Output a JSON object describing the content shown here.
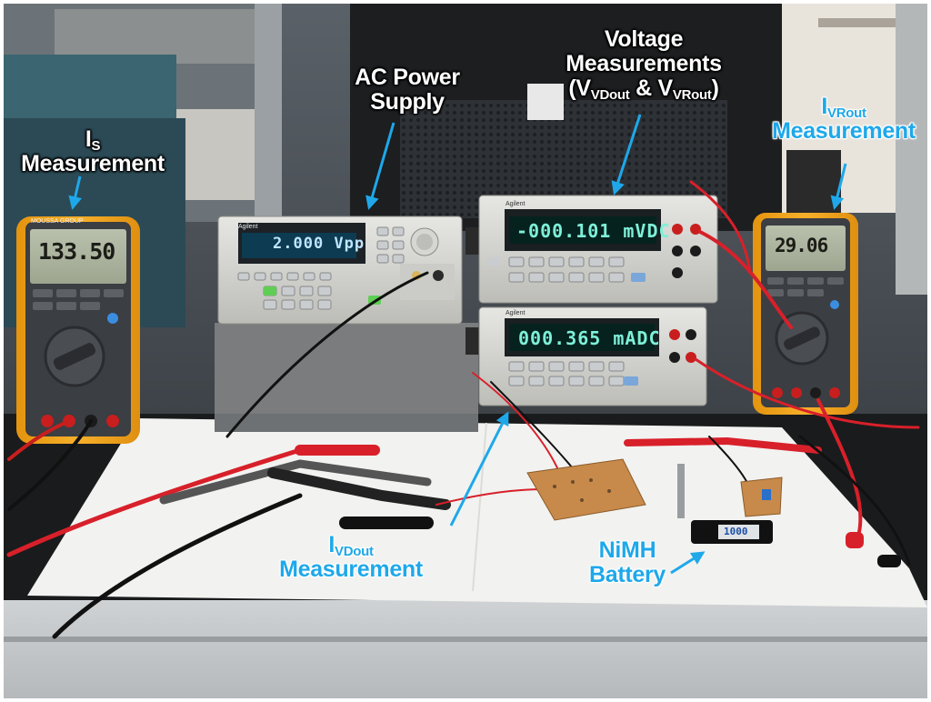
{
  "annotations": {
    "is_measurement": {
      "main": "I",
      "sub": "S",
      "line2": "Measurement"
    },
    "ac_power_supply": {
      "line1": "AC Power",
      "line2": "Supply"
    },
    "voltage_measurements": {
      "line1": "Voltage",
      "line2": "Measurements",
      "line3_open": "(V",
      "sub1": "VDout",
      "mid": " & V",
      "sub2": "VRout",
      "close": ")"
    },
    "ivrout_measurement": {
      "main": "I",
      "sub": "VRout",
      "line2": "Measurement"
    },
    "ivdout_measurement": {
      "main": "I",
      "sub": "VDout",
      "line2": "Measurement"
    },
    "nimh_battery": {
      "line1": "NiMH",
      "line2": "Battery"
    }
  },
  "instruments": {
    "left_multimeter": {
      "reading": "133.50",
      "brand": "MOUSSA GROUP"
    },
    "function_generator": {
      "reading": "2.000 Vpp",
      "brand": "Agilent"
    },
    "top_bench_dmm": {
      "reading": "-000.101 mVDC",
      "brand": "Agilent"
    },
    "bottom_bench_dmm": {
      "reading": "000.365 mADC",
      "brand": "Agilent"
    },
    "right_multimeter": {
      "reading": "29.06"
    },
    "battery_label": "1000"
  },
  "colors": {
    "annotation_blue": "#1ea8ea",
    "multimeter_yellow": "#f3a51b",
    "probe_red": "#d8202a"
  }
}
